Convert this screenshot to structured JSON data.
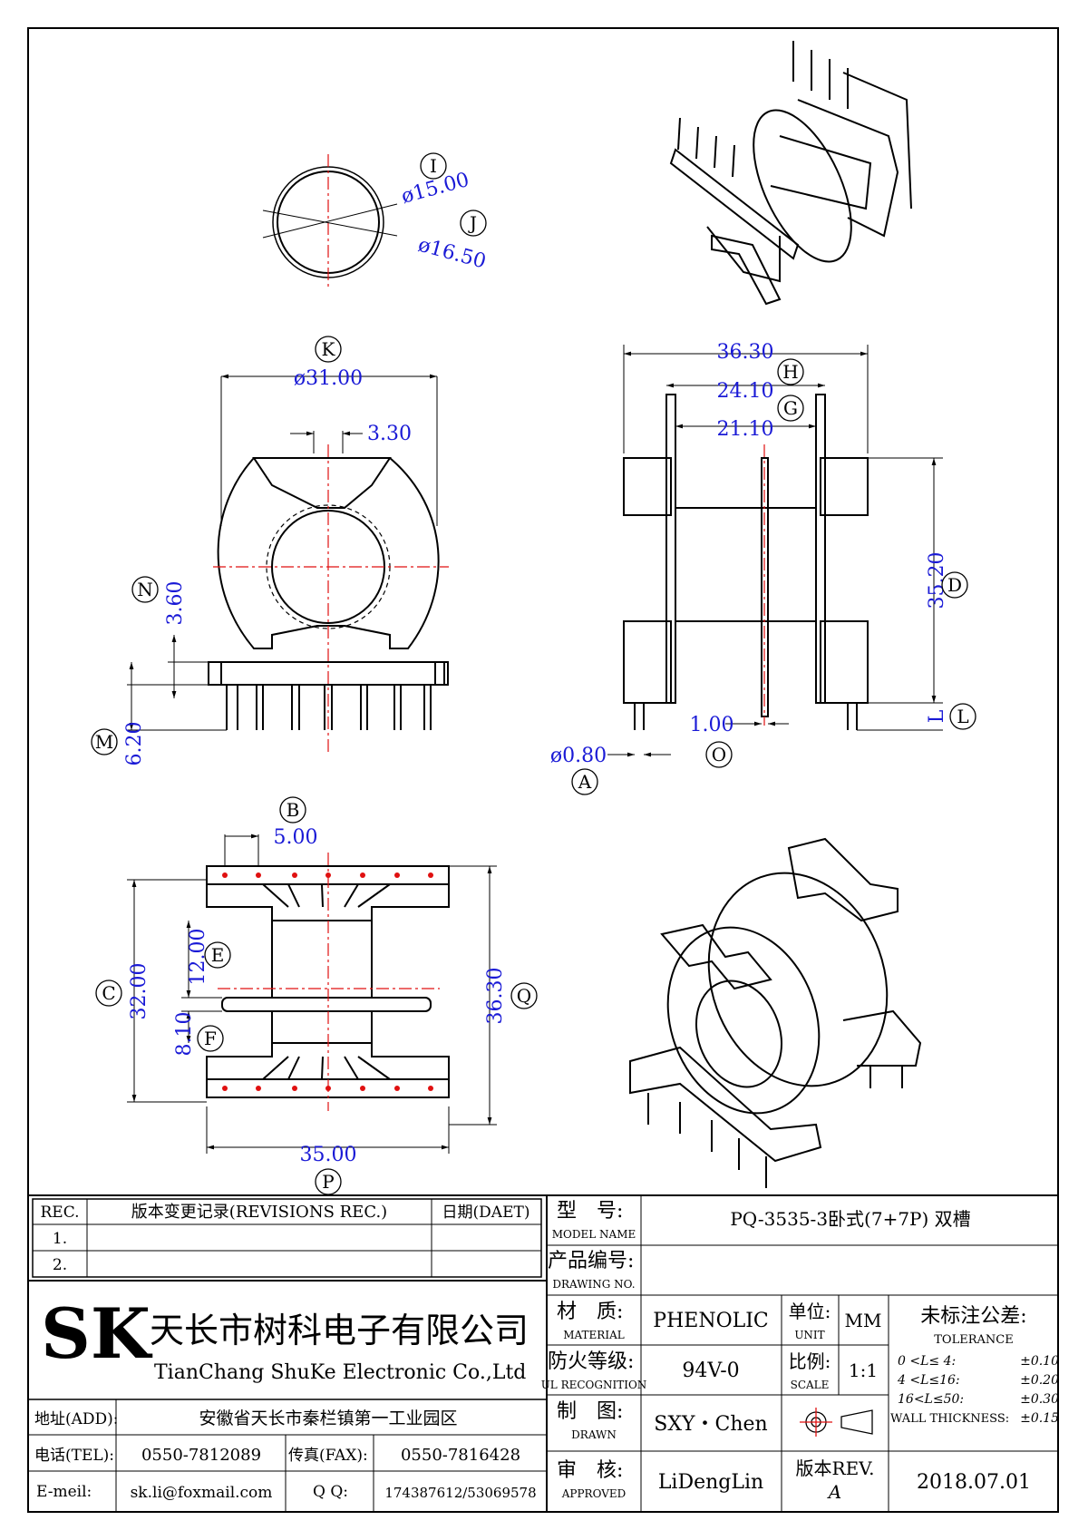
{
  "dimensions": {
    "i_dia": "ø15.00",
    "j_dia": "ø16.50",
    "k_dia": "ø31.00",
    "slot": "3.30",
    "n_val": "3.60",
    "m_val": "6.20",
    "h_val": "36.30",
    "g_val": "24.10",
    "g2_val": "21.10",
    "d_val": "35.20",
    "l_val": "L",
    "o_val": "1.00",
    "a_val": "ø0.80",
    "b_val": "5.00",
    "e_val": "12.00",
    "f_val": "8.10",
    "c_val": "32.00",
    "q_val": "36.30",
    "p_val": "35.00"
  },
  "labels": {
    "I": "I",
    "J": "J",
    "K": "K",
    "N": "N",
    "M": "M",
    "H": "H",
    "G": "G",
    "D": "D",
    "L": "L",
    "O": "O",
    "A": "A",
    "B": "B",
    "E": "E",
    "F": "F",
    "C": "C",
    "Q": "Q",
    "P": "P"
  },
  "title_block": {
    "rev_header": "REC.",
    "revisions_header": "版本变更记录(REVISIONS REC.)",
    "date_header": "日期(DAET)",
    "rev_rows": [
      "1.",
      "2."
    ],
    "model_label_cn": "型　号:",
    "model_label_en": "MODEL NAME",
    "model_value": "PQ-3535-3卧式(7+7P) 双槽",
    "drawing_label_cn": "产品编号:",
    "drawing_label_en": "DRAWING NO.",
    "drawing_value": "",
    "company_logo": "SK",
    "company_cn": "天长市树科电子有限公司",
    "company_en": "TianChang ShuKe Electronic Co.,Ltd",
    "material_label_cn": "材　质:",
    "material_label_en": "MATERIAL",
    "material_value": "PHENOLIC",
    "unit_label_cn": "单位:",
    "unit_label_en": "UNIT",
    "unit_value": "MM",
    "tolerance_title": "未标注公差:",
    "tolerance_en": "TOLERANCE",
    "tolerance_rows": [
      {
        "range": "0 <L≤ 4:",
        "value": "±0.10"
      },
      {
        "range": "4 <L≤16:",
        "value": "±0.20"
      },
      {
        "range": "16<L≤50:",
        "value": "±0.30"
      },
      {
        "range": "WALL THICKNESS:",
        "value": "±0.15"
      }
    ],
    "fire_label_cn": "防火等级:",
    "fire_label_en": "UL RECOGNITION",
    "fire_value": "94V-0",
    "scale_label_cn": "比例:",
    "scale_label_en": "SCALE",
    "scale_value": "1:1",
    "address_label": "地址(ADD):",
    "address_value": "安徽省天长市秦栏镇第一工业园区",
    "drawn_label_cn": "制　图:",
    "drawn_label_en": "DRAWN",
    "drawn_value": "SXY・Chen",
    "tel_label": "电话(TEL):",
    "tel_value": "0550-7812089",
    "fax_label": "传真(FAX):",
    "fax_value": "0550-7816428",
    "approved_label_cn": "审　核:",
    "approved_label_en": "APPROVED",
    "approved_value": "LiDengLin",
    "rev_label": "版本REV.",
    "rev_value": "A",
    "date_value": "2018.07.01",
    "email_label": "E-meil:",
    "email_value": "sk.li@foxmail.com",
    "qq_label": "Q Q:",
    "qq_value": "174387612/53069578"
  },
  "colors": {
    "dimension": "#1a1ad6",
    "centerline": "#e01010",
    "line": "#000000"
  }
}
